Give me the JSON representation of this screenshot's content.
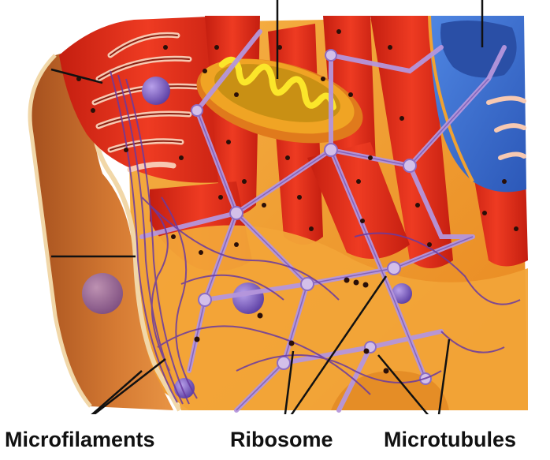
{
  "labels": {
    "microfilaments": "Microfilaments",
    "ribosome": "Ribosome",
    "microtubules": "Microtubules"
  },
  "colors": {
    "cytoplasm": "#f0a232",
    "er": "#e0301c",
    "membrane": "#e8c89a",
    "nucleus": "#3a6fd0",
    "mito_outer": "#f0a424",
    "mito_inner": "#f5dc22",
    "filament": "#a98ad2",
    "vesicle": "#7a5cc0",
    "golgi": "#f7c9b2",
    "ribosome": "#2a0f08",
    "leader": "#111111"
  }
}
